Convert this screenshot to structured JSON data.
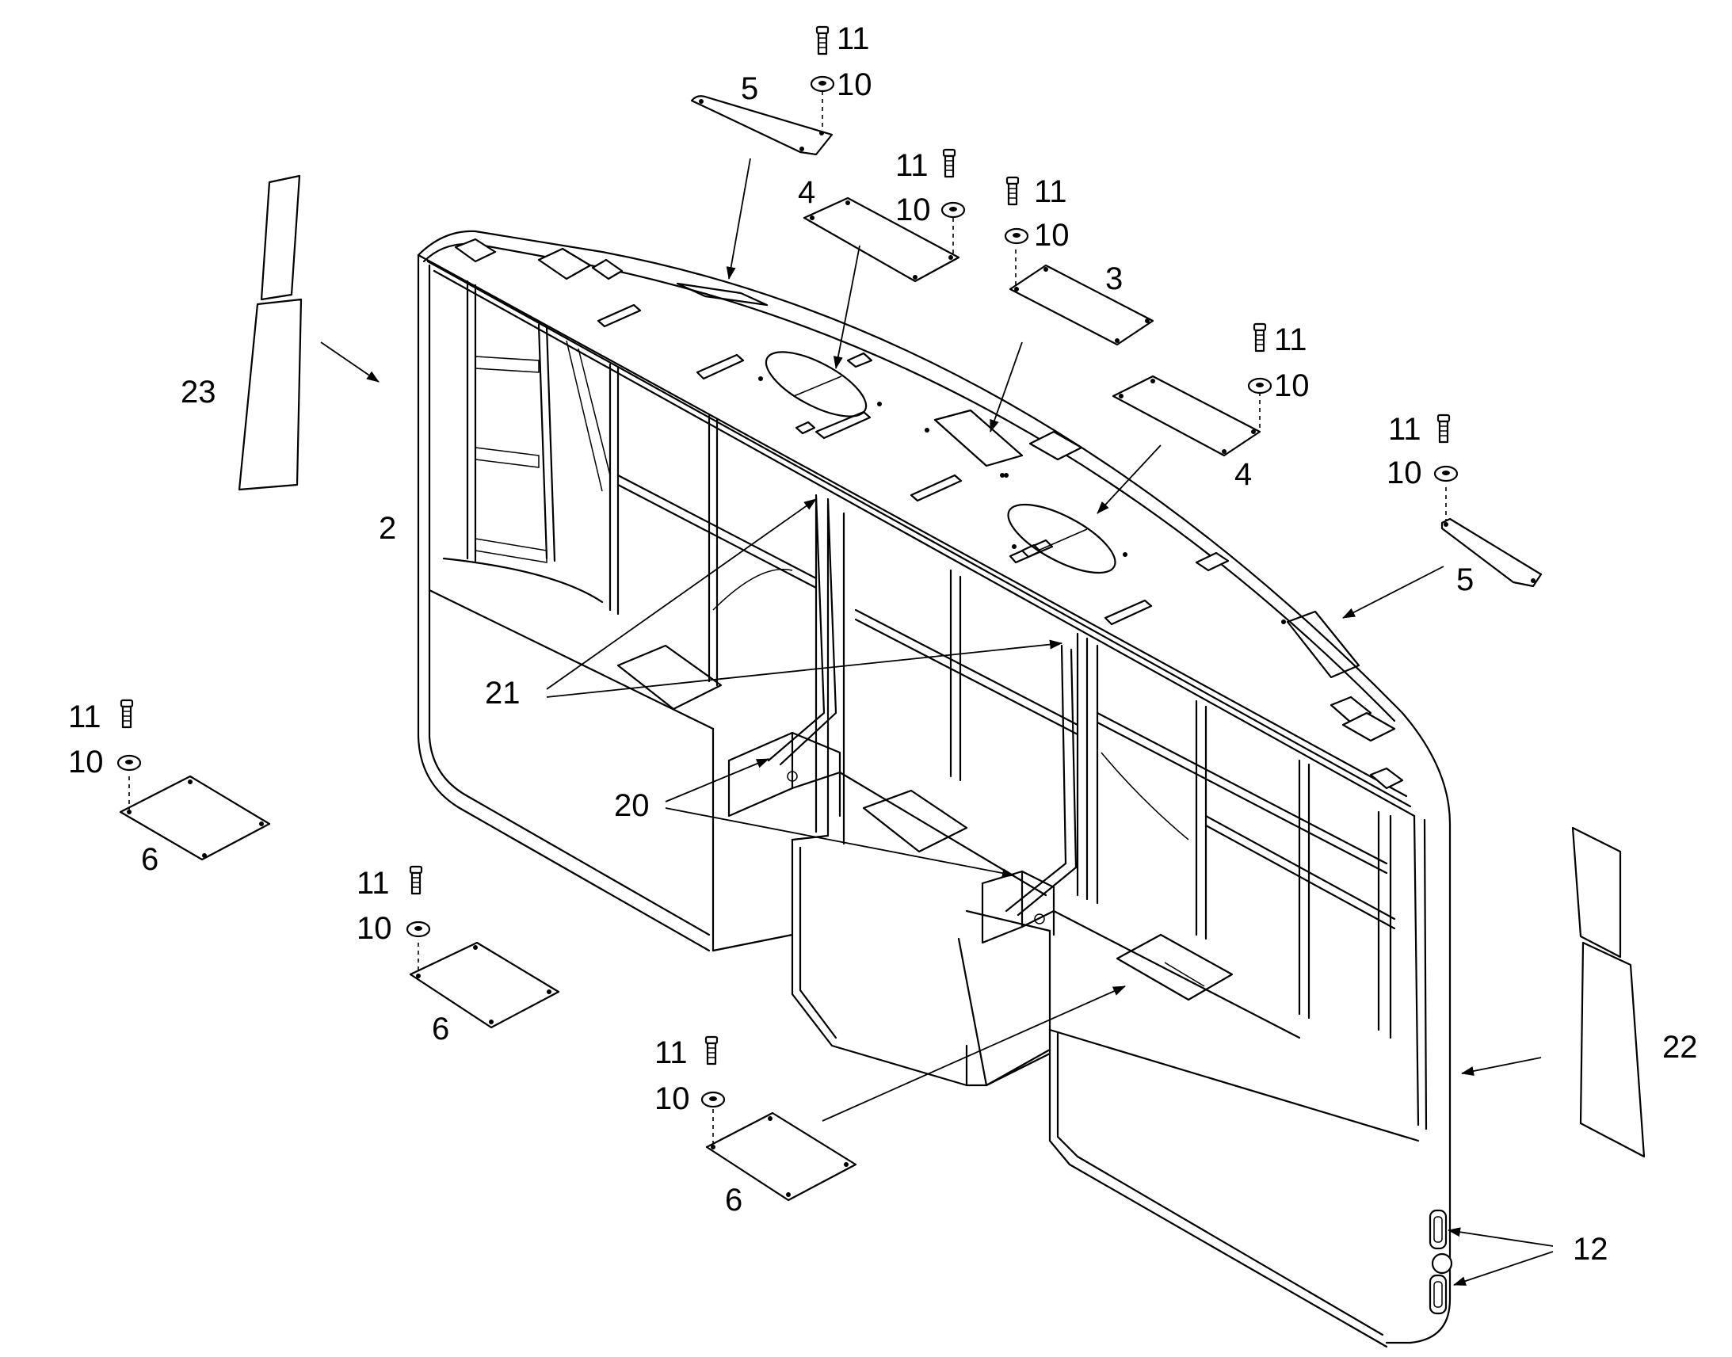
{
  "callouts": {
    "c2": "2",
    "c3": "3",
    "c4": "4",
    "c5": "5",
    "c6": "6",
    "c10": "10",
    "c11": "11",
    "c12": "12",
    "c20": "20",
    "c21": "21",
    "c22": "22",
    "c23": "23"
  }
}
